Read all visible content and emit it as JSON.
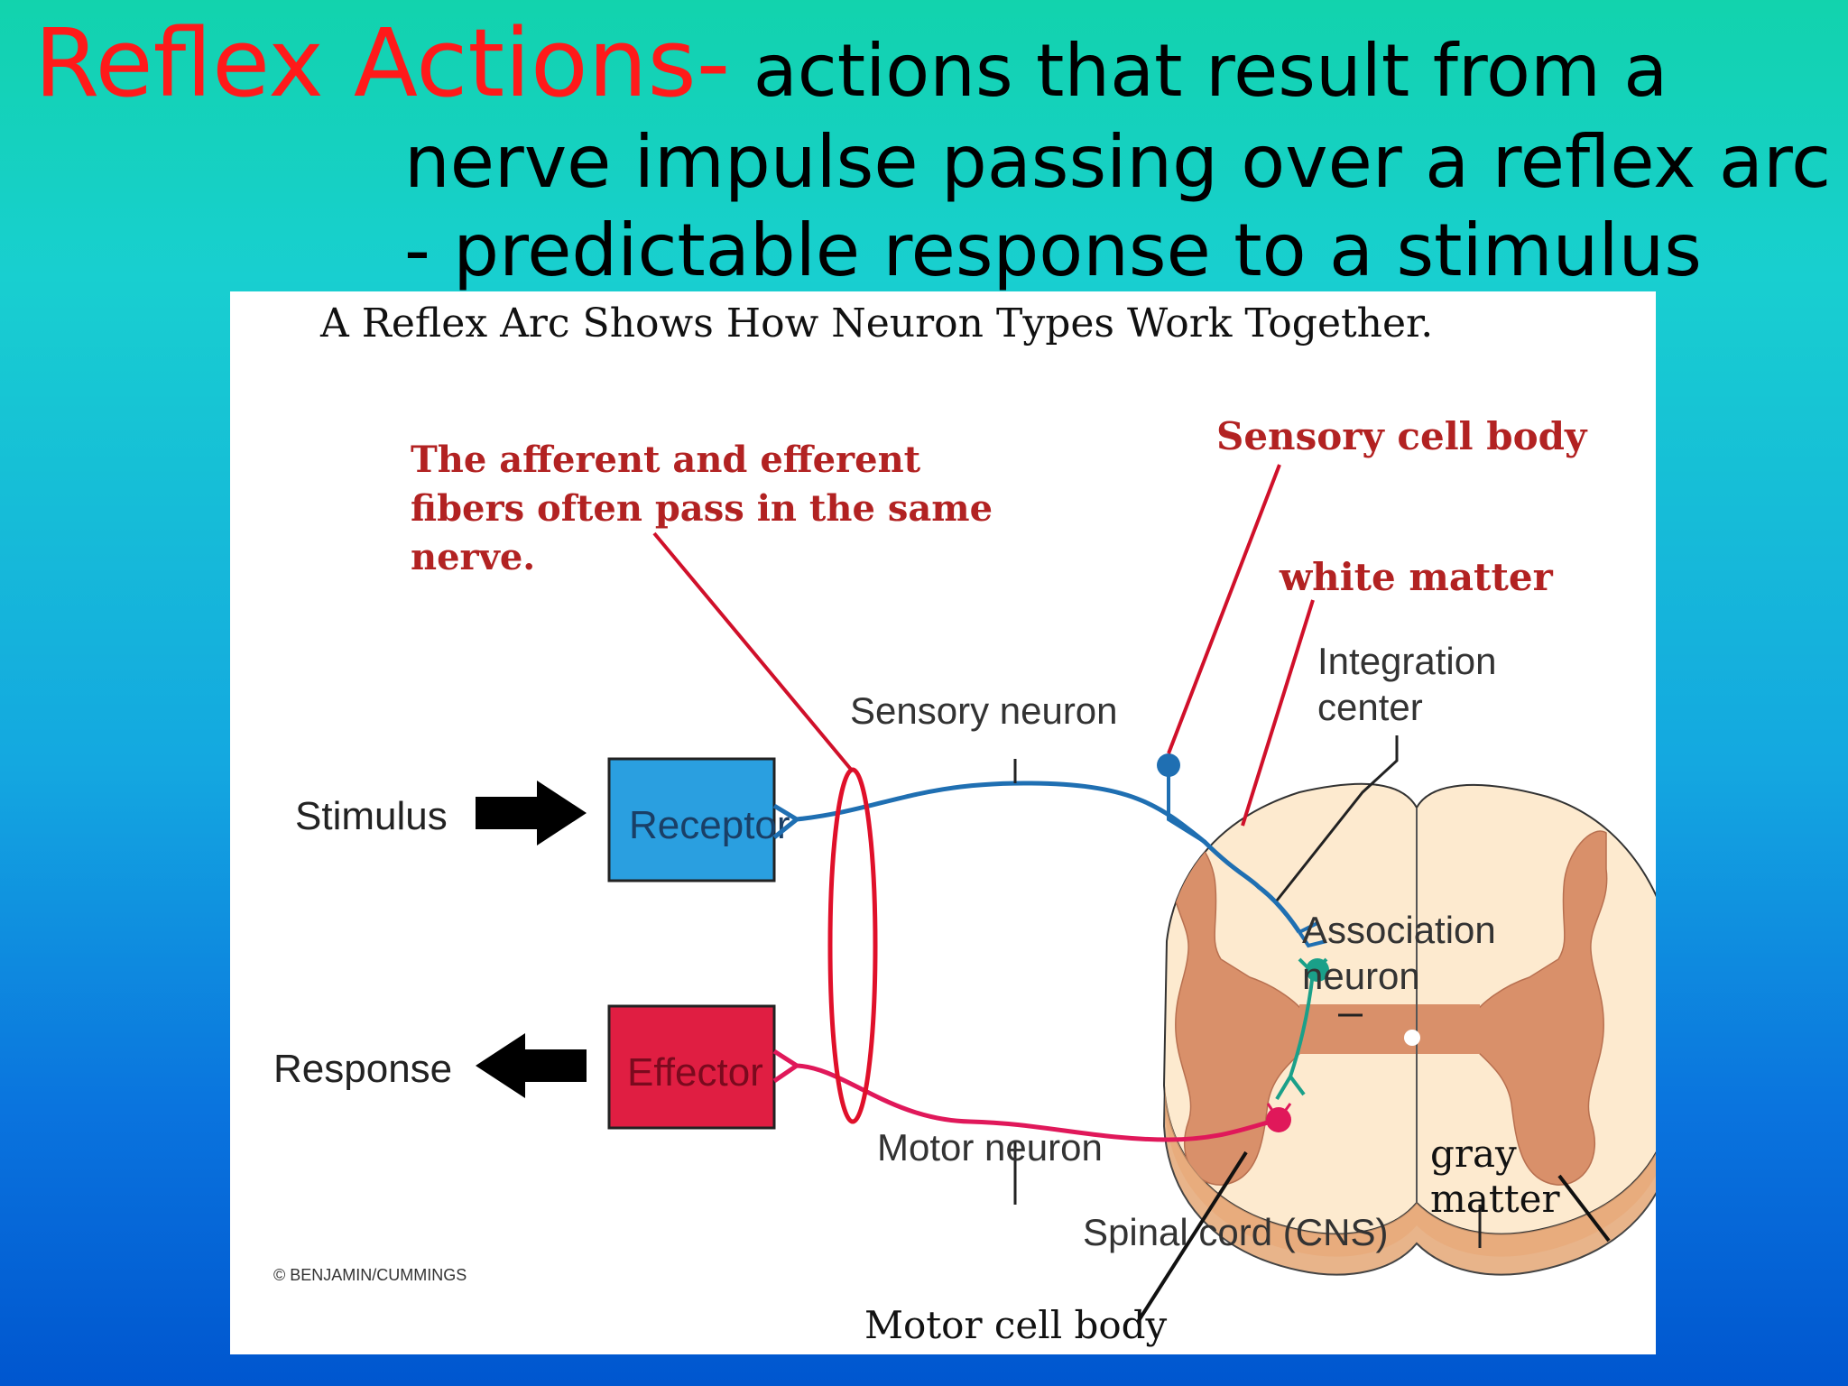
{
  "slide": {
    "title_keyword": "Reflex Actions-",
    "definition_line1": " actions that result from a",
    "definition_line2": "nerve impulse passing over a reflex arc",
    "definition_line3": "- predictable response to a stimulus"
  },
  "diagram": {
    "title": "A Reflex Arc Shows How Neuron Types Work Together.",
    "note_line1": "The afferent and efferent",
    "note_line2": "fibers often pass in the same",
    "note_line3": "nerve.",
    "sensory_cell_body": "Sensory cell body",
    "white_matter": "white matter",
    "integration_line1": "Integration",
    "integration_line2": "center",
    "sensory_neuron": "Sensory neuron",
    "stimulus": "Stimulus",
    "receptor": "Receptor",
    "association_line1": "Association",
    "association_line2": "neuron",
    "response": "Response",
    "effector": "Effector",
    "motor_neuron": "Motor neuron",
    "gray_matter_line1": "gray",
    "gray_matter_line2": "matter",
    "spinal_cord": "Spinal cord (CNS)",
    "copyright": "© BENJAMIN/CUMMINGS",
    "motor_cell_body": "Motor cell body"
  },
  "colors": {
    "title_red": "#ff1a1a",
    "label_red": "#b22222",
    "receptor_blue": "#2a9fe0",
    "effector_red": "#e01e42",
    "sensory_neuron_blue": "#1f6fb2",
    "motor_neuron_red": "#e0185a",
    "association_teal": "#1aa089",
    "cord_cream": "#fdeacf",
    "gray_matter_tan": "#d9906a",
    "cord_outer": "#e8b48a"
  }
}
